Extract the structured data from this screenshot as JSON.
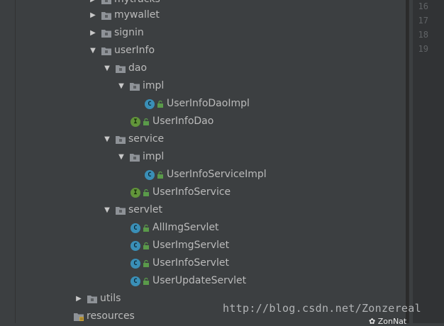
{
  "tree": {
    "mytracks": "mytracks",
    "mywallet": "mywallet",
    "signin": "signin",
    "userInfo": "userInfo",
    "dao": "dao",
    "dao_impl": "impl",
    "UserInfoDaoImpl": "UserInfoDaoImpl",
    "UserInfoDao": "UserInfoDao",
    "service": "service",
    "service_impl": "impl",
    "UserInfoServiceImpl": "UserInfoServiceImpl",
    "UserInfoService": "UserInfoService",
    "servlet": "servlet",
    "AllImgServlet": "AllImgServlet",
    "UserImgServlet": "UserImgServlet",
    "UserInfoServlet": "UserInfoServlet",
    "UserUpdateServlet": "UserUpdateServlet",
    "utils": "utils",
    "resources": "resources"
  },
  "glyphs": {
    "class": "C",
    "interface": "I",
    "expanded": "▼",
    "collapsed": "▶"
  },
  "editor": {
    "line_numbers": [
      "16",
      "17",
      "18",
      "19"
    ]
  },
  "watermark": "http://blog.csdn.net/Zonzereal",
  "wechat_label": "ZonNat",
  "colors": {
    "background": "#3c3f41",
    "text": "#bbbbbb",
    "class_icon": "#3a8fb7",
    "interface_icon": "#62953a",
    "lock": "#5a9a4a"
  }
}
